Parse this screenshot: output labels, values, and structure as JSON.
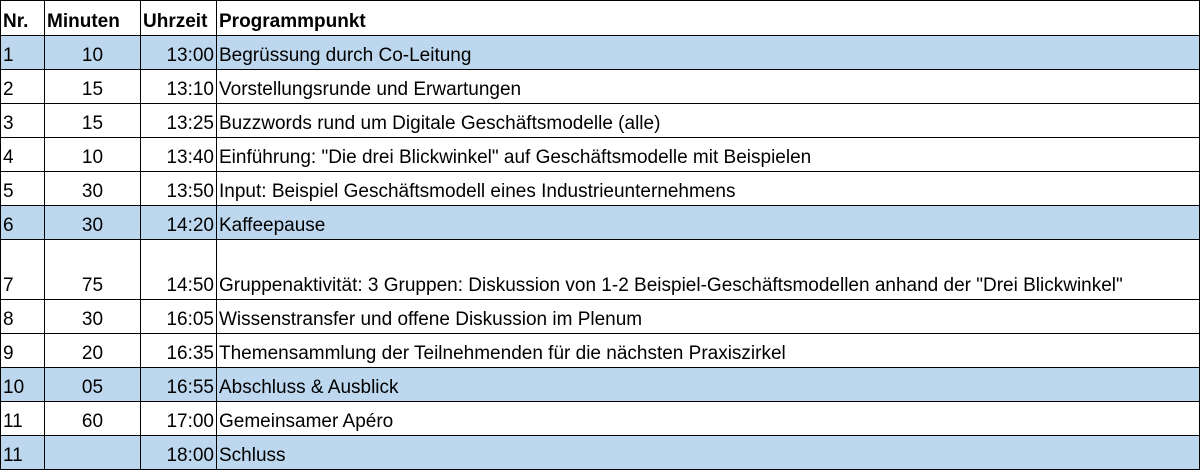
{
  "header": {
    "nr": "Nr.",
    "minuten": "Minuten",
    "uhrzeit": "Uhrzeit",
    "programmpunkt": "Programmpunkt"
  },
  "rows": [
    {
      "nr": "1",
      "minuten": "10",
      "uhrzeit": "13:00",
      "programmpunkt": "Begrüssung durch Co-Leitung",
      "highlight": true
    },
    {
      "nr": "2",
      "minuten": "15",
      "uhrzeit": "13:10",
      "programmpunkt": "Vorstellungsrunde und Erwartungen",
      "highlight": false
    },
    {
      "nr": "3",
      "minuten": "15",
      "uhrzeit": "13:25",
      "programmpunkt": "Buzzwords rund um Digitale Geschäftsmodelle (alle)",
      "highlight": false
    },
    {
      "nr": "4",
      "minuten": "10",
      "uhrzeit": "13:40",
      "programmpunkt": "Einführung: \"Die drei Blickwinkel\" auf Geschäftsmodelle mit Beispielen",
      "highlight": false
    },
    {
      "nr": "5",
      "minuten": "30",
      "uhrzeit": "13:50",
      "programmpunkt": "Input: Beispiel Geschäftsmodell eines Industrieunternehmens",
      "highlight": false
    },
    {
      "nr": "6",
      "minuten": "30",
      "uhrzeit": "14:20",
      "programmpunkt": "Kaffeepause",
      "highlight": true
    },
    {
      "nr": "7",
      "minuten": "75",
      "uhrzeit": "14:50",
      "programmpunkt": "Gruppenaktivität: 3 Gruppen: Diskussion von 1-2 Beispiel-Geschäftsmodellen anhand der \"Drei Blickwinkel\"",
      "highlight": false
    },
    {
      "nr": "8",
      "minuten": "30",
      "uhrzeit": "16:05",
      "programmpunkt": "Wissenstransfer und offene Diskussion im Plenum",
      "highlight": false
    },
    {
      "nr": "9",
      "minuten": "20",
      "uhrzeit": "16:35",
      "programmpunkt": "Themensammlung der Teilnehmenden für die nächsten Praxiszirkel",
      "highlight": false
    },
    {
      "nr": "10",
      "minuten": "05",
      "uhrzeit": "16:55",
      "programmpunkt": "Abschluss & Ausblick",
      "highlight": true
    },
    {
      "nr": "11",
      "minuten": "60",
      "uhrzeit": "17:00",
      "programmpunkt": "Gemeinsamer Apéro",
      "highlight": false
    },
    {
      "nr": "11",
      "minuten": "",
      "uhrzeit": "18:00",
      "programmpunkt": "Schluss",
      "highlight": true
    }
  ],
  "colors": {
    "highlight_row": "#bdd7ee",
    "border": "#000000"
  }
}
